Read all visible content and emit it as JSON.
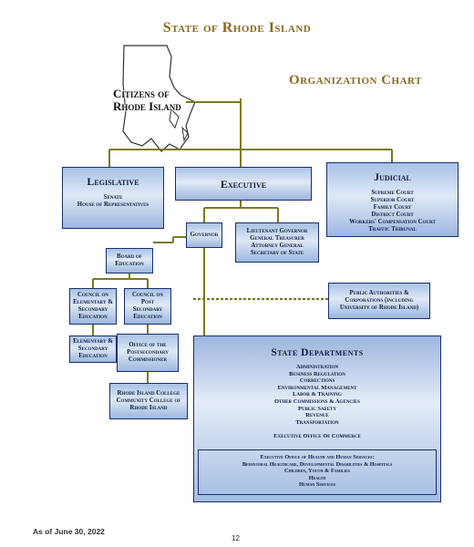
{
  "title": "State of Rhode Island",
  "subtitle": "Organization Chart",
  "citizens": {
    "line1": "Citizens of",
    "line2": "Rhode Island"
  },
  "legislative": {
    "head": "Legislative",
    "items": [
      "Senate",
      "House of Representatives"
    ]
  },
  "executive": {
    "head": "Executive"
  },
  "judicial": {
    "head": "Judicial",
    "items": [
      "Supreme Court",
      "Superior Court",
      "Family Court",
      "District Court",
      "Workers' Compensation Court",
      "Traffic Tribunal"
    ]
  },
  "governor": "Governor",
  "officers": [
    "Lieutenant Governor",
    "General Treasurer",
    "Attorney General",
    "Secretary of State"
  ],
  "board_of_education": "Board of Education",
  "council_elementary": "Council on Elementary & Secondary Education",
  "council_postsecondary": "Council on Post Secondary Education",
  "elementary_secondary_education": "Elementary & Secondary Education",
  "postsecondary_commissioner": "Office of the Postsecondary Commissioner",
  "colleges": "Rhode Island College Community College of Rhode Island",
  "public_authorities": "Public Authorities & Corporations (including University of Rhode Island)",
  "state_departments": {
    "head": "State Departments",
    "items": [
      "Administration",
      "Business Regulation",
      "Corrections",
      "Environmental Management",
      "Labor & Training",
      "Other Commissions & Agencies",
      "Public Safety",
      "Revenue",
      "Transportation"
    ],
    "executive_office_of_commerce": "Executive Office Of Commerce",
    "eohhs": [
      "Executive Office of Health and Human Services:",
      "Behavioral Healthcare, Developmental Disabilities & Hospitals",
      "Children, Youth & Families",
      "Health",
      "Human Services"
    ]
  },
  "footer": {
    "date": "As of June 30, 2022",
    "page": "12"
  },
  "colors": {
    "title": "#8a6a1c",
    "connector": "#7a7a22",
    "box_border": "#1a2f6a",
    "box_fill": "#c8d8ef"
  }
}
